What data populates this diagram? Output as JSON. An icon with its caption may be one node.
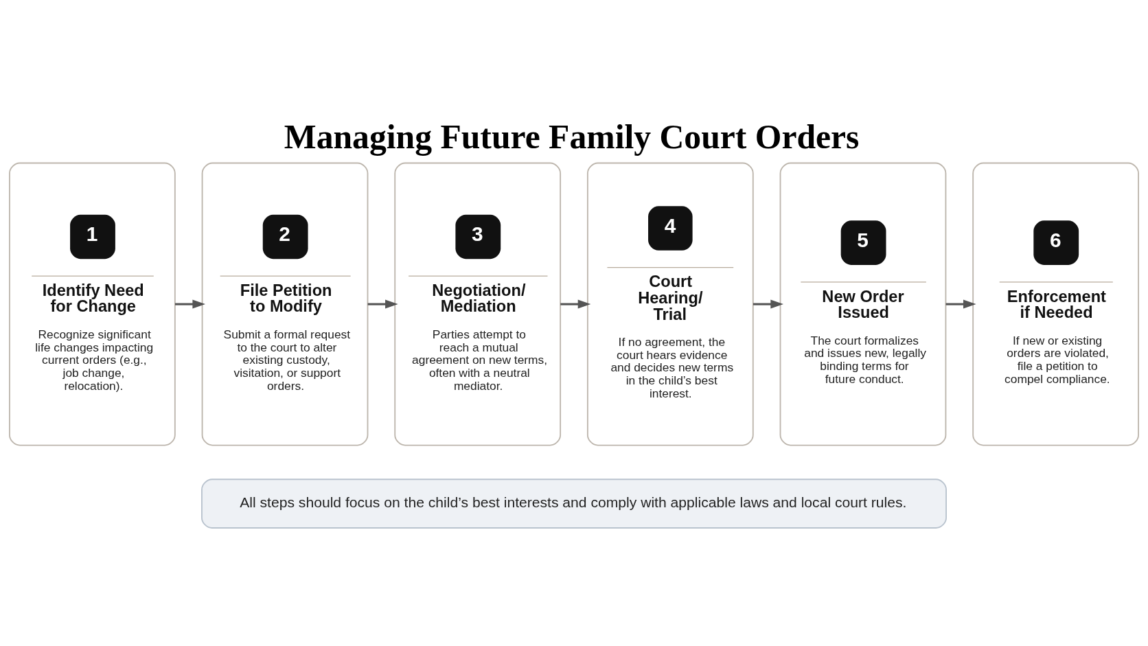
{
  "diagram": {
    "title": "Managing Future Family Court Orders",
    "nodes": [
      {
        "text": [
          "1",
          "Identify Need for Change",
          "Recognize significant life changes impacting current orders (e.g., job change, relocation)."
        ]
      },
      {
        "text": [
          "2",
          "File Petition to Modify",
          "Submit a formal request to the court to alter existing custody, visitation, or support orders."
        ]
      },
      {
        "text": [
          "3",
          "Negotiation/ Mediation",
          "Parties attempt to reach a mutual agreement on new terms, often with a neutral mediator."
        ]
      },
      {
        "text": [
          "4",
          "Court Hearing/ Trial",
          "If no agreement, the court hears evidence and decides new terms in the child’s best interest."
        ]
      },
      {
        "text": [
          "5",
          "New Order Issued",
          "The court formalizes and issues new, legally binding terms for future conduct."
        ]
      },
      {
        "text": [
          "6",
          "Enforcement if Needed",
          "If new or existing orders are violated, file a petition to compel compliance."
        ]
      },
      {
        "text": [
          "All steps should focus on the child’s best interests and comply with applicable laws and local court rules."
        ]
      }
    ],
    "edges": [
      {
        "from": 0,
        "to": 1,
        "arrow": "to"
      },
      {
        "from": 1,
        "to": 2,
        "arrow": "to"
      },
      {
        "from": 2,
        "to": 3,
        "arrow": "to"
      },
      {
        "from": 3,
        "to": 4,
        "arrow": "to"
      },
      {
        "from": 4,
        "to": 5,
        "arrow": "to"
      }
    ]
  }
}
